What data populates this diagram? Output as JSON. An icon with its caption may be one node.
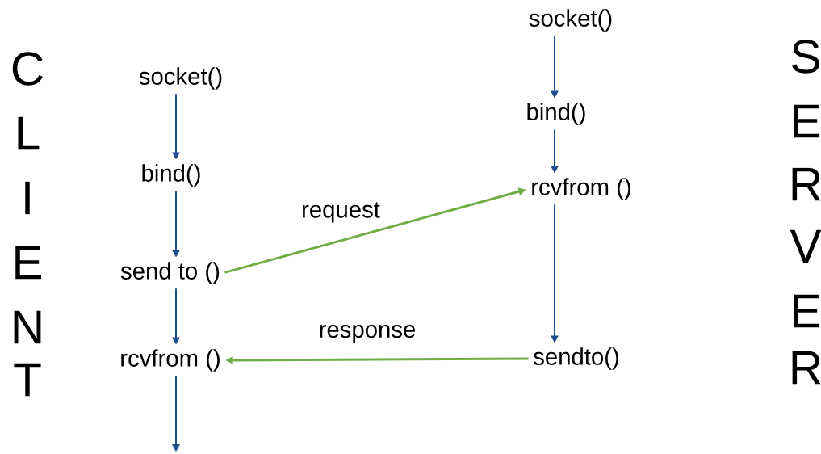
{
  "diagram": {
    "nodes": [
      {
        "text": [
          "socket()"
        ]
      },
      {
        "text": [
          "bind()"
        ]
      },
      {
        "text": [
          "send to ()"
        ]
      },
      {
        "text": [
          "rcvfrom ()"
        ]
      },
      {
        "text": [
          "socket()"
        ]
      },
      {
        "text": [
          "bind()"
        ]
      },
      {
        "text": [
          "rcvfrom ()"
        ]
      },
      {
        "text": [
          "sendto()"
        ]
      }
    ],
    "edges": [
      {
        "from": 0,
        "to": 1,
        "arrow": "to"
      },
      {
        "from": 1,
        "to": 2,
        "arrow": "to"
      },
      {
        "from": 2,
        "to": 3,
        "arrow": "to"
      },
      {
        "from": 3,
        "to": null,
        "arrow": "to"
      },
      {
        "from": 4,
        "to": 5,
        "arrow": "to"
      },
      {
        "from": 5,
        "to": 6,
        "arrow": "to"
      },
      {
        "from": 6,
        "to": 7,
        "arrow": "to"
      },
      {
        "from": 2,
        "to": 6,
        "arrow": "to",
        "label": "request",
        "color": "#70ad47"
      },
      {
        "from": 7,
        "to": 3,
        "arrow": "to",
        "label": "response",
        "color": "#70ad47"
      }
    ],
    "labels": [
      "C",
      "L",
      "I",
      "E",
      "N",
      "T",
      "S",
      "E",
      "R",
      "V",
      "E",
      "R"
    ]
  }
}
